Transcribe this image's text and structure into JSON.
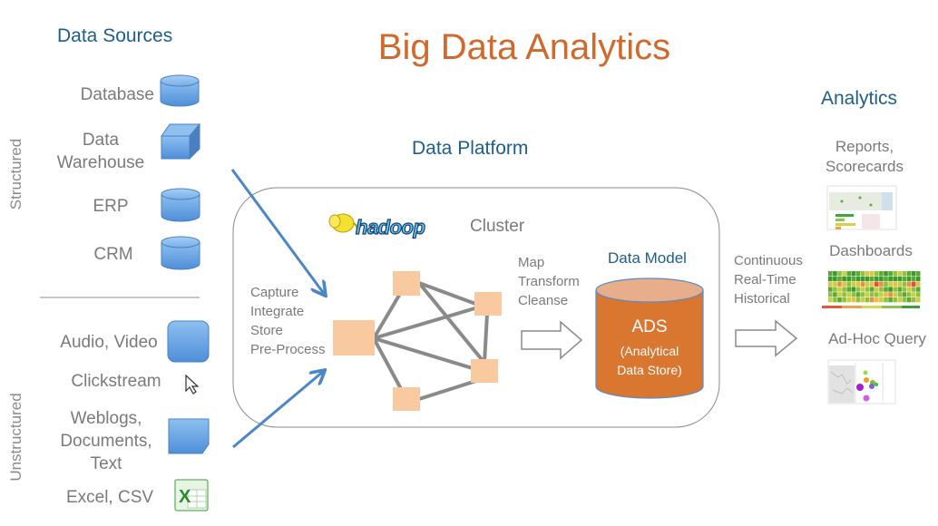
{
  "title": "Big Data Analytics",
  "colors": {
    "title": "#d0692b",
    "heading": "#1d5f8a",
    "label": "#7a7a7a",
    "icon_blue": "#5b98dc",
    "arrow_blue": "#4a86c8",
    "node_peach": "#f9c9a0",
    "ads_orange": "#d97630",
    "edge_gray": "#8a8a8a"
  },
  "data_sources": {
    "heading": "Data Sources",
    "structured_label": "Structured",
    "unstructured_label": "Unstructured",
    "structured": [
      {
        "label": "Database",
        "icon": "database-cylinder-icon"
      },
      {
        "label": "Data\nWarehouse",
        "icon": "warehouse-cube-icon"
      },
      {
        "label": "ERP",
        "icon": "database-cylinder-icon"
      },
      {
        "label": "CRM",
        "icon": "database-cylinder-icon"
      }
    ],
    "unstructured": [
      {
        "label": "Audio, Video",
        "icon": "media-square-icon"
      },
      {
        "label": "Clickstream",
        "icon": "mouse-cursor-icon"
      },
      {
        "label": "Weblogs,\nDocuments,\nText",
        "icon": "document-icon"
      },
      {
        "label": "Excel, CSV",
        "icon": "excel-icon"
      }
    ]
  },
  "platform": {
    "heading": "Data Platform",
    "hadoop_logo": "hadoop",
    "cluster_label": "Cluster",
    "ingest_steps": [
      "Capture",
      "Integrate",
      "Store",
      "Pre-Process"
    ],
    "transform_steps": [
      "Map",
      "Transform",
      "Cleanse"
    ],
    "data_model": {
      "heading": "Data Model",
      "store_title": "ADS",
      "store_subtitle": "(Analytical\nData Store)"
    }
  },
  "delivery_modes": [
    "Continuous",
    "Real-Time",
    "Historical"
  ],
  "analytics": {
    "heading": "Analytics",
    "items": [
      {
        "label": "Reports,\nScorecards",
        "thumbnail": "report-thumbnail"
      },
      {
        "label": "Dashboards",
        "thumbnail": "heatmap-dashboard-thumbnail"
      },
      {
        "label": "Ad-Hoc Query",
        "thumbnail": "scatter-query-thumbnail"
      }
    ]
  }
}
